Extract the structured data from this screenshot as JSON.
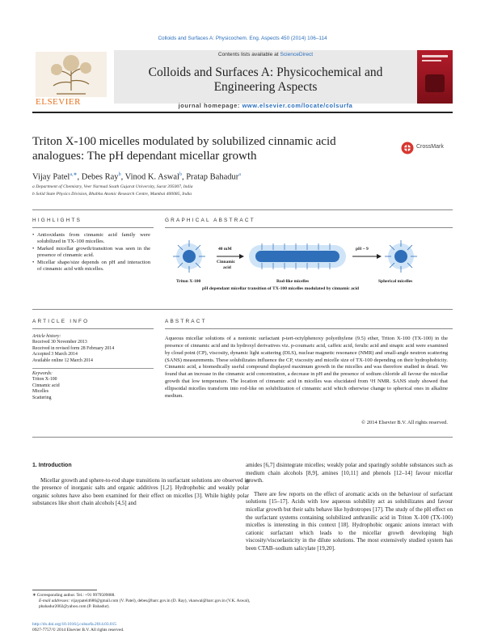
{
  "journal_ref": "Colloids and Surfaces A: Physicochem. Eng. Aspects 450 (2014) 106–114",
  "contents_prefix": "Contents lists available at ",
  "contents_link": "ScienceDirect",
  "journal_title_line1": "Colloids and Surfaces A: Physicochemical and",
  "journal_title_line2": "Engineering Aspects",
  "homepage_prefix": "journal homepage: ",
  "homepage_url": "www.elsevier.com/locate/colsurfa",
  "publisher": "ELSEVIER",
  "crossmark_label": "CrossMark",
  "paper_title_line1": "Triton X-100 micelles modulated by solubilized cinnamic acid",
  "paper_title_line2": "analogues: The pH dependant micellar growth",
  "authors": [
    {
      "name": "Vijay Patel",
      "sup": "a,∗",
      "sep": ", "
    },
    {
      "name": "Debes Ray",
      "sup": "b",
      "sep": ", "
    },
    {
      "name": "Vinod K. Aswal",
      "sup": "b",
      "sep": ", "
    },
    {
      "name": "Pratap Bahadur",
      "sup": "a",
      "sep": ""
    }
  ],
  "affiliations": [
    "a Department of Chemistry, Veer Narmad South Gujarat University, Surat 395007, India",
    "b Solid State Physics Division, Bhabha Atomic Research Centre, Mumbai 400085, India"
  ],
  "highlights_heading": "HIGHLIGHTS",
  "highlights": [
    "Antioxidants from cinnamic acid family were solubilized in TX-100 micelles.",
    "Marked micellar growth/transition was seen in the presence of cinnamic acid.",
    "Micellar shape/size depends on pH and interaction of cinnamic acid with micelles."
  ],
  "graphical_abstract_heading": "GRAPHICAL ABSTRACT",
  "graphical": {
    "arrow1_top": "40 mM",
    "arrow1_bottom1": "Cinnamic",
    "arrow1_bottom2": "acid",
    "arrow2_top": "pH ~ 9",
    "label_left": "Triton X-100",
    "label_mid": "Rod-like micelles",
    "label_right": "Spherical micelles",
    "caption": "pH dependant micellar transition of TX-100 micelles modulated by cinnamic acid"
  },
  "article_info_heading": "ARTICLE INFO",
  "article_history_label": "Article history:",
  "history": [
    "Received 30 November 2013",
    "Received in revised form 28 February 2014",
    "Accepted 3 March 2014",
    "Available online 12 March 2014"
  ],
  "keywords_label": "Keywords:",
  "keywords": [
    "Triton X-100",
    "Cinnamic acid",
    "Micelles",
    "Scattering"
  ],
  "abstract_heading": "ABSTRACT",
  "abstract_text": "Aqueous micellar solutions of a nonionic surfactant p-tert-octylphenoxy polyethylene (9.5) ether, Triton X-100 (TX-100) in the presence of cinnamic acid and its hydroxyl derivatives viz. p-coumaric acid, caffeic acid, ferulic acid and sinapic acid were examined by cloud point (CP), viscosity, dynamic light scattering (DLS), nuclear magnetic resonance (NMR) and small-angle neutron scattering (SANS) measurements. These solubilizates influence the CP, viscosity and micelle size of TX-100 depending on their hydrophobicity. Cinnamic acid, a biomedically useful compound displayed maximum growth in the micelles and was therefore studied in detail. We found that an increase in the cinnamic acid concentration, a decrease in pH and the presence of sodium chloride all favour the micellar growth that low temperature. The location of cinnamic acid in micelles was elucidated from ¹H NMR. SANS study showed that ellipsoidal micelles transform into rod-like on solubilization of cinnamic acid which otherwise change to spherical ones in alkaline medium.",
  "copyright": "© 2014 Elsevier B.V. All rights reserved.",
  "intro_heading": "1.  Introduction",
  "col1_paragraph": "Micellar growth and sphere-to-rod shape transitions in surfactant solutions are observed in the presence of inorganic salts and organic additives [1,2]. Hydrophobic and weakly polar organic solutes have also been examined for their effect on micelles [3]. While highly polar substances like short chain alcohols [4,5] and",
  "col2_paragraph1": "amides [6,7] disintegrate micelles; weakly polar and sparingly soluble substances such as medium chain alcohols [8,9], amines [10,11] and phenols [12–14] favour micellar growth.",
  "col2_paragraph2": "There are few reports on the effect of aromatic acids on the behaviour of surfactant solutions [15–17]. Acids with low aqueous solubility act as solubilizates and favour micellar growth but their salts behave like hydrotropes [17]. The study of the pH effect on the surfactant systems containing solubilized anthranilic acid in Triton X-100 (TX-100) micelles is interesting in this context [18]. Hydrophobic organic anions interact with cationic surfactant which leads to the micellar growth developing high viscosity/viscoelasticity in the dilute solutions. The most extensively studied system has been CTAB–sodium salicylate [19,20].",
  "footnote_corresponding": "∗  Corresponding author. Tel.: +91 9979509888.",
  "footnote_email_label": "E-mail addresses: ",
  "footnote_emails": "vijaypatel4686@gmail.com (V. Patel), debes@barc.gov.in (D. Ray), vkaswal@barc.gov.in (V.K. Aswal), pbahadur2002@yahoo.com (P. Bahadur).",
  "doi": "http://dx.doi.org/10.1016/j.colsurfa.2014.03.015",
  "issn_line": "0927-7757/© 2014 Elsevier B.V. All rights reserved.",
  "colors": {
    "link": "#2a6ebb",
    "elsevier_orange": "#e9711c",
    "cover_red": "#b31c2a"
  }
}
